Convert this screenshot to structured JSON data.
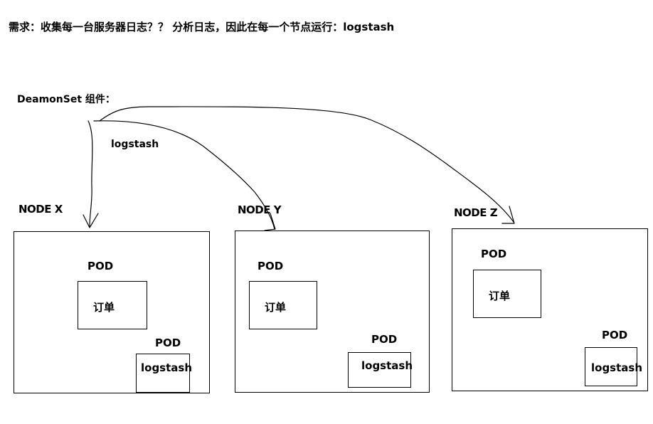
{
  "requirement": "需求：收集每一台服务器日志？？ 分析日志，因此在每一个节点运行：logstash",
  "daemonset_label": "DeamonSet 组件：",
  "daemonset_app": "logstash",
  "nodes": [
    {
      "label": "NODE X",
      "app_pod_label": "POD",
      "app_name": "订单",
      "ls_pod_label": "POD",
      "ls_name": "logstash"
    },
    {
      "label": "NODE Y",
      "app_pod_label": "POD",
      "app_name": "订单",
      "ls_pod_label": "POD",
      "ls_name": "logstash"
    },
    {
      "label": "NODE Z",
      "app_pod_label": "POD",
      "app_name": "订单",
      "ls_pod_label": "POD",
      "ls_name": "logstash"
    }
  ]
}
